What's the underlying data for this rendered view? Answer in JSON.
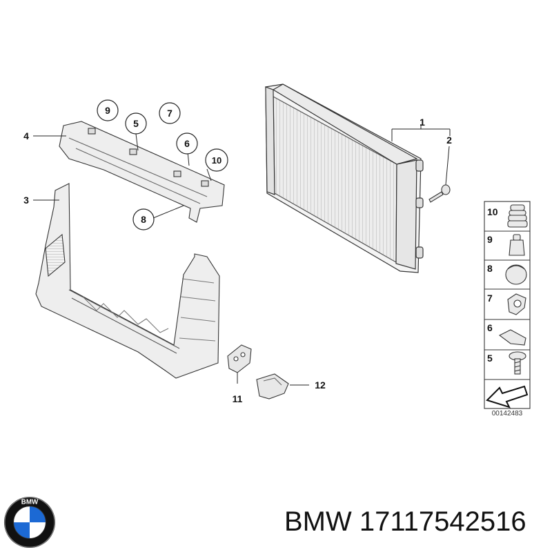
{
  "callouts": {
    "c1": "1",
    "c2": "2",
    "c3": "3",
    "c4": "4",
    "c5": "5",
    "c6": "6",
    "c7": "7",
    "c8": "8",
    "c9": "9",
    "c10": "10",
    "c11": "11",
    "c12": "12"
  },
  "legend": {
    "items": [
      "10",
      "9",
      "8",
      "7",
      "6",
      "5"
    ],
    "reference_code": "00142483"
  },
  "logo": {
    "text": "BMW",
    "colors": {
      "blue": "#1c69d4",
      "ring": "#111111",
      "white": "#ffffff"
    }
  },
  "caption": {
    "brand": "BMW",
    "part_number": "17117542516"
  }
}
